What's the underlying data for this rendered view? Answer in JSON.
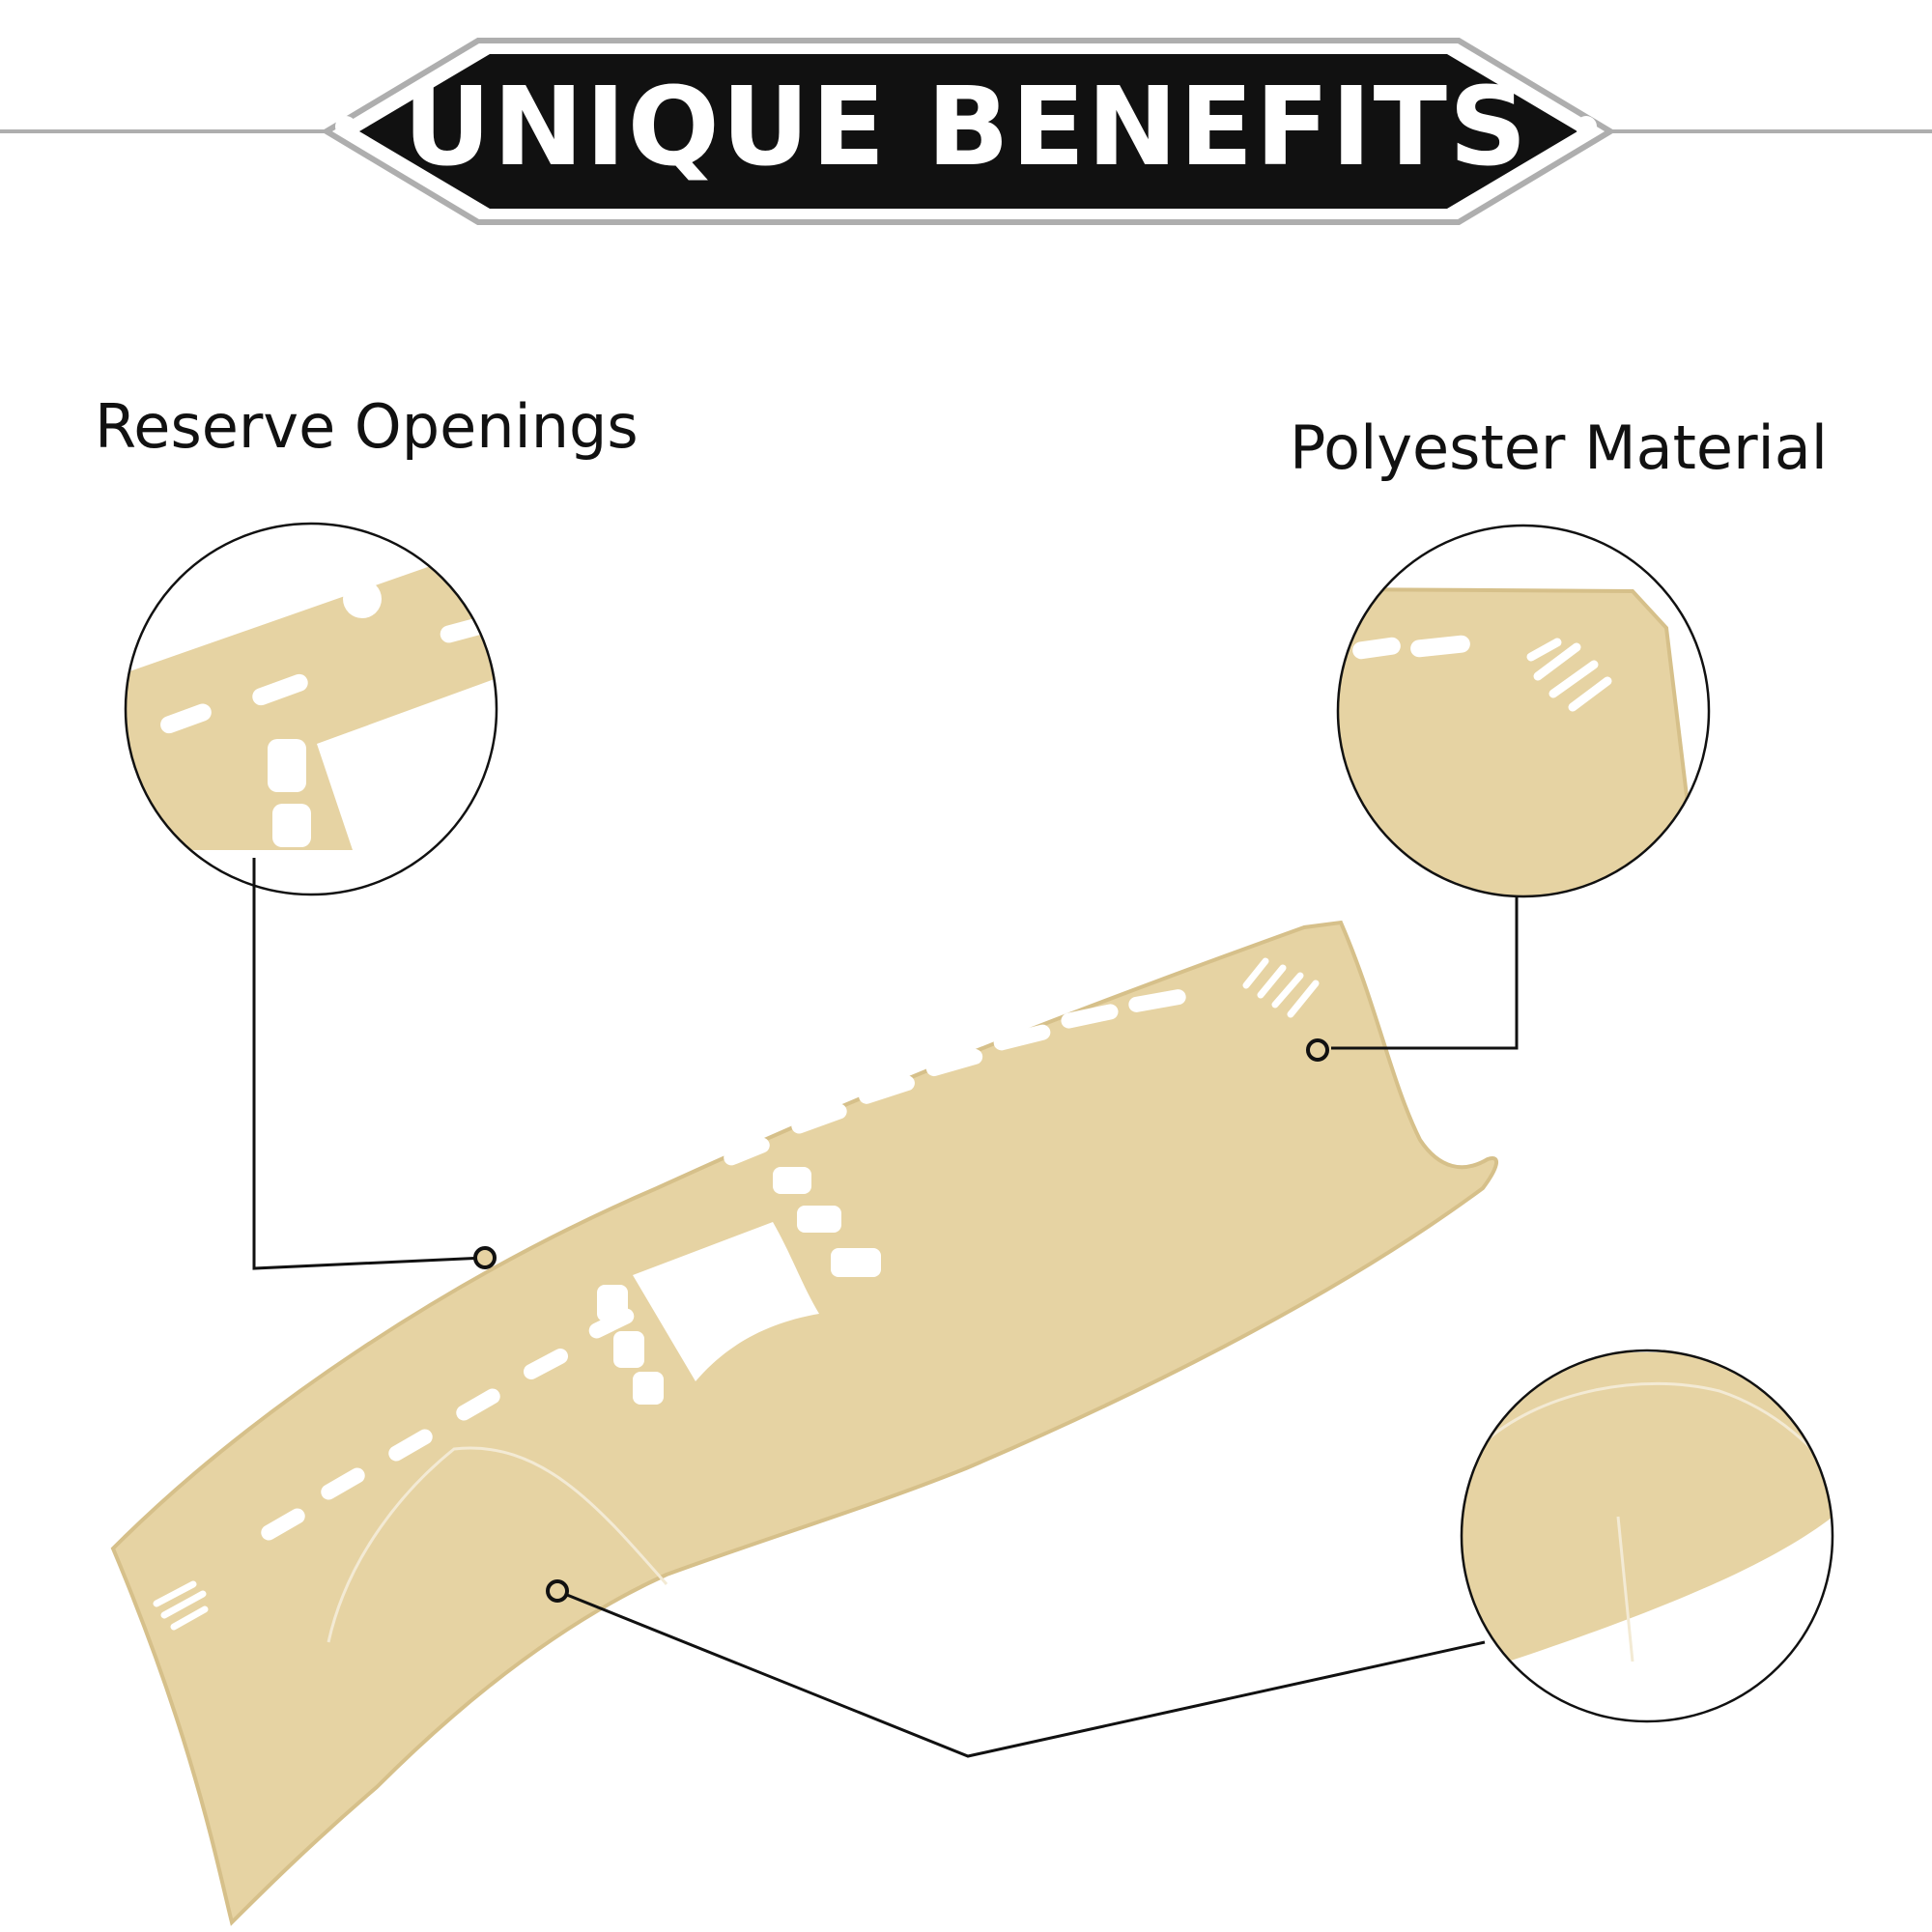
{
  "banner": {
    "title": "UNIQUE BENEFITS",
    "background_color": "#111111",
    "border_color": "#aeaeae",
    "rule_color": "#aeaeae"
  },
  "callouts": [
    {
      "label": "Reserve Openings"
    },
    {
      "label": "Polyester Material"
    },
    {
      "label": ""
    }
  ],
  "product": {
    "mat_color": "#e6d3a3",
    "stitch_color": "#d6c08a",
    "line_color": "#111111"
  }
}
